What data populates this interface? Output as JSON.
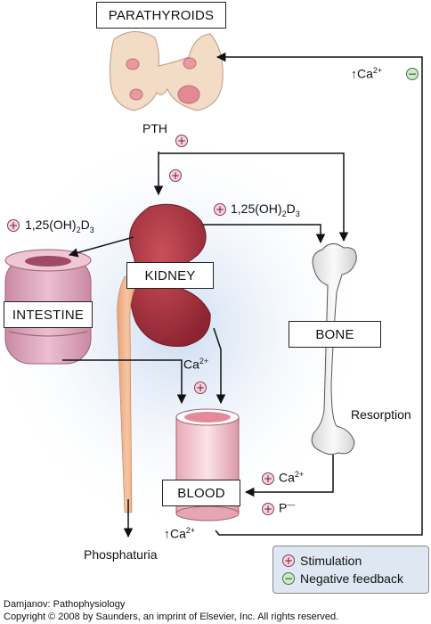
{
  "boxes": {
    "parathyroids": "PARATHYROIDS",
    "kidney": "KIDNEY",
    "intestine": "INTESTINE",
    "bone": "BONE",
    "blood": "BLOOD"
  },
  "labels": {
    "pth": "PTH",
    "vitd_left_prefix": "1,25(OH)",
    "vitd_left_sub1": "2",
    "vitd_left_mid": "D",
    "vitd_left_sub2": "3",
    "vitd_right_prefix": "1,25(OH)",
    "vitd_right_sub1": "2",
    "vitd_right_mid": "D",
    "vitd_right_sub2": "3",
    "ca_top": "Ca",
    "ca_top_sup": "2+",
    "ca_mid": "Ca",
    "ca_mid_sup": "2+",
    "ca_bone": "Ca",
    "ca_bone_sup": "2+",
    "p_bone": "P",
    "p_bone_sup": "—",
    "ca_bottom": "Ca",
    "ca_bottom_sup": "2+",
    "resorption": "Resorption",
    "phosphaturia": "Phosphaturia"
  },
  "signs": {
    "plus": "+",
    "minus": "−"
  },
  "legend": {
    "stimulation": "Stimulation",
    "negative_feedback": "Negative feedback"
  },
  "footer": {
    "source": "Damjanov: Pathophysiology",
    "copyright": "Copyright © 2008 by Saunders, an imprint of Elsevier, Inc. All rights reserved."
  },
  "colors": {
    "plus_fill": "#f6d3df",
    "minus_fill": "#cfe8c9",
    "kidney": "#a8323e",
    "intestine": "#d9a0b4",
    "blood_vessel": "#e7b6bf",
    "glow": "#c9d9f0"
  }
}
